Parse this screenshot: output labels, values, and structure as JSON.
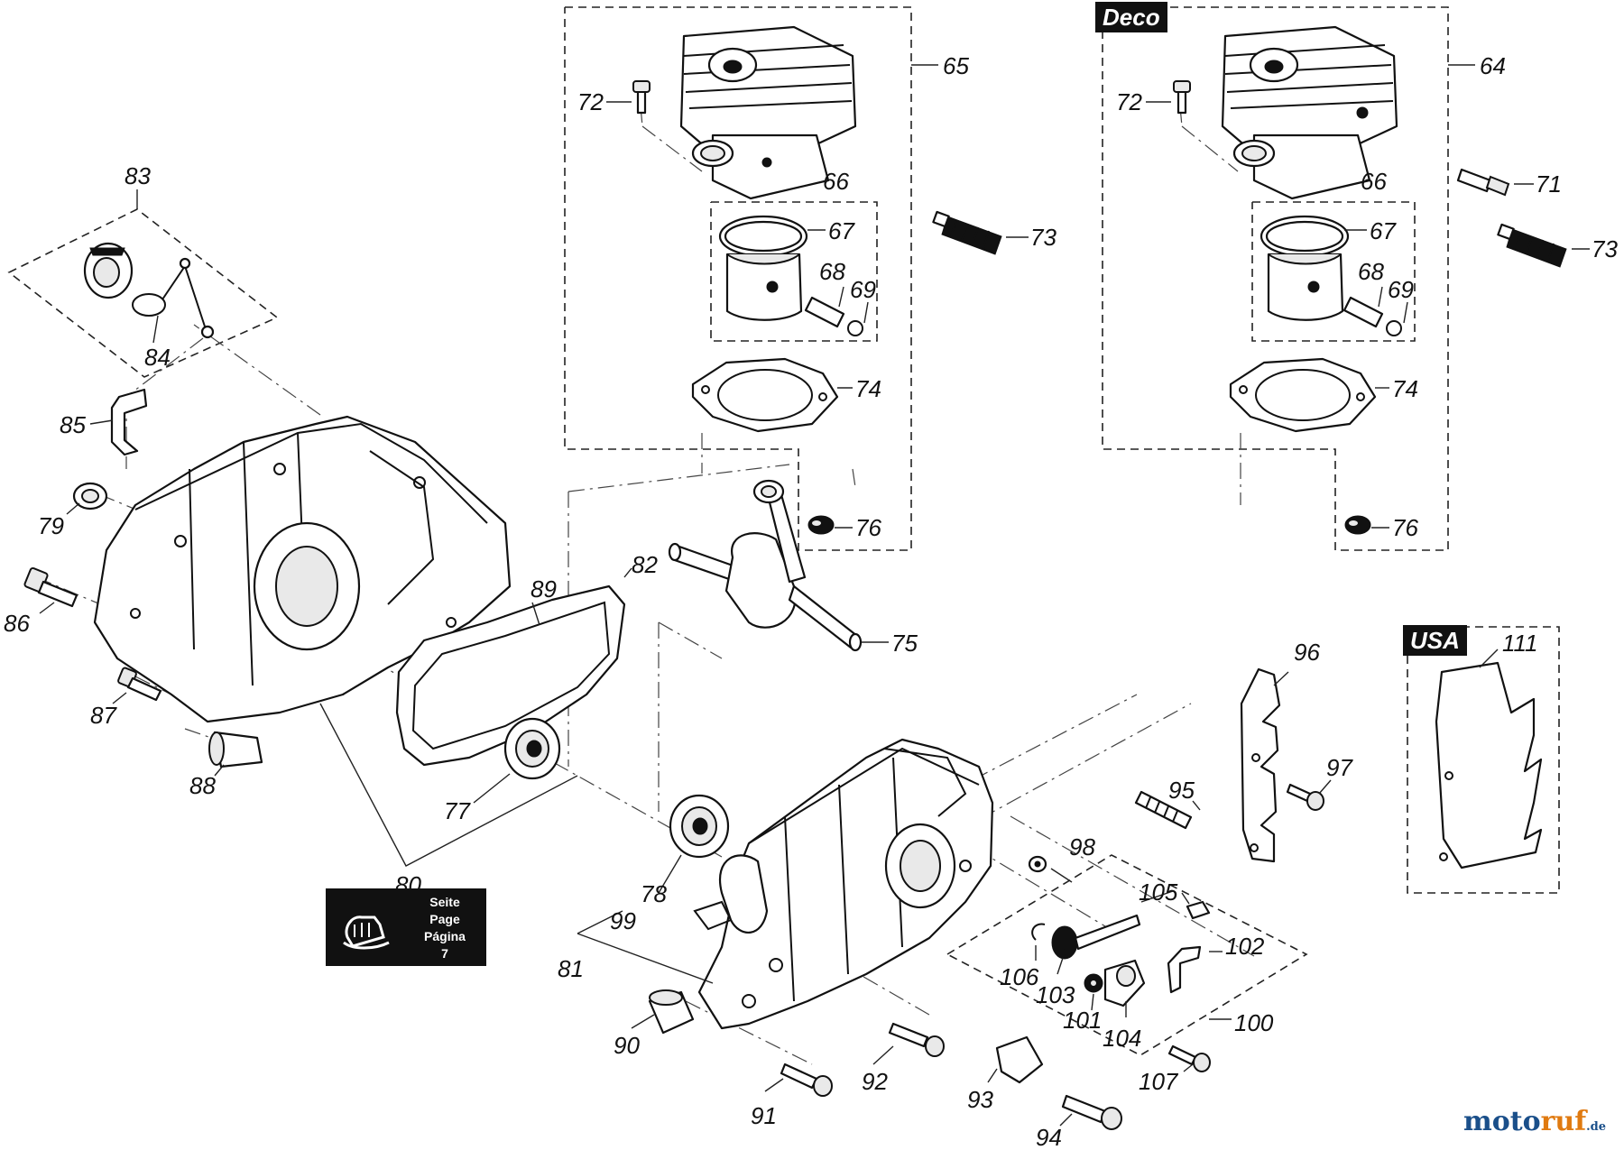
{
  "tags": {
    "deco": "Deco",
    "usa": "USA"
  },
  "reference": {
    "line1": "Seite",
    "line2": "Page",
    "line3": "Página",
    "line4": "7"
  },
  "watermark": {
    "part1": "moto",
    "part2": "ruf",
    "suffix": ".de"
  },
  "labels": {
    "p65": "65",
    "p64": "64",
    "p72a": "72",
    "p72b": "72",
    "p66a": "66",
    "p66b": "66",
    "p67a": "67",
    "p67b": "67",
    "p68a": "68",
    "p68b": "68",
    "p69a": "69",
    "p69b": "69",
    "p71": "71",
    "p73a": "73",
    "p73b": "73",
    "p74a": "74",
    "p74b": "74",
    "p76a": "76",
    "p76b": "76",
    "p75": "75",
    "p83": "83",
    "p84": "84",
    "p85": "85",
    "p79": "79",
    "p86": "86",
    "p87": "87",
    "p88": "88",
    "p89": "89",
    "p82": "82",
    "p77": "77",
    "p80": "80",
    "p78": "78",
    "p99": "99",
    "p81": "81",
    "p90": "90",
    "p91": "91",
    "p92": "92",
    "p93": "93",
    "p94": "94",
    "p95": "95",
    "p96": "96",
    "p97": "97",
    "p98": "98",
    "p105": "105",
    "p102": "102",
    "p106": "106",
    "p103": "103",
    "p101": "101",
    "p104": "104",
    "p100": "100",
    "p107": "107",
    "p111": "111"
  }
}
